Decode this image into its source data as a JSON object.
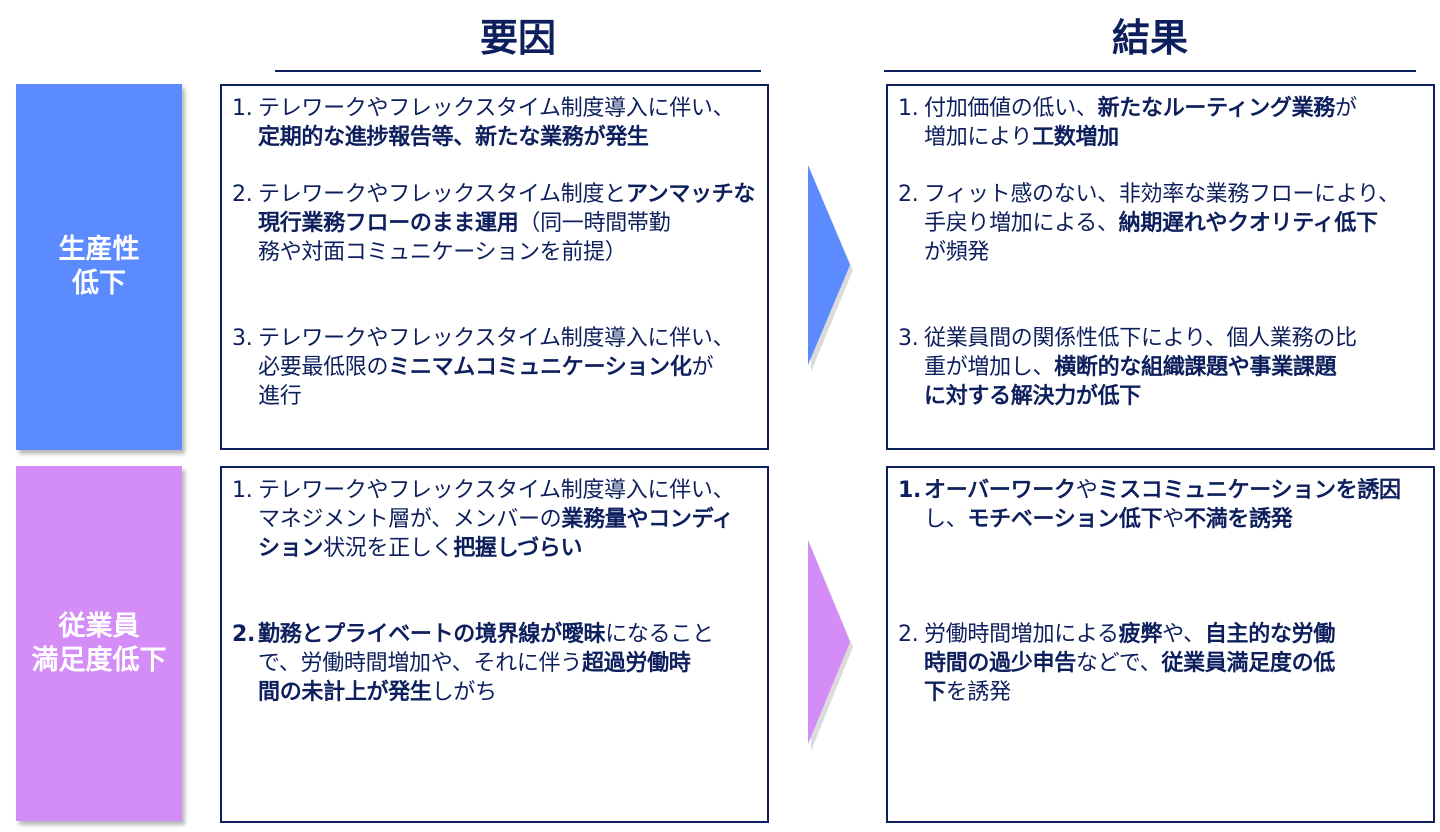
{
  "headers": {
    "left": "要因",
    "right": "結果"
  },
  "colors": {
    "navy": "#0d1f5c",
    "blue": "#5b8bff",
    "violet": "#d48cf7"
  },
  "rows": [
    {
      "category": "生産性\n低下",
      "color": "#5b8bff",
      "causes": [
        {
          "num": "1.",
          "parts": [
            {
              "t": "テレワークやフレックスタイム制度導入に伴い、"
            },
            {
              "br": true
            },
            {
              "t": "定期的な進捗報告等、新たな業務が発生",
              "b": true
            }
          ]
        },
        {
          "num": "2.",
          "parts": [
            {
              "t": "テレワークやフレックスタイム制度と"
            },
            {
              "t": "アンマッチな",
              "b": true
            },
            {
              "br": true
            },
            {
              "t": "現行業務フローのまま運用",
              "b": true
            },
            {
              "t": "（同一時間帯勤"
            },
            {
              "br": true
            },
            {
              "t": "務や対面コミュニケーションを前提）"
            }
          ]
        },
        {
          "num": "3.",
          "parts": [
            {
              "t": "テレワークやフレックスタイム制度導入に伴い、"
            },
            {
              "br": true
            },
            {
              "t": "必要最低限の"
            },
            {
              "t": "ミニマムコミュニケーション化",
              "b": true
            },
            {
              "t": "が"
            },
            {
              "br": true
            },
            {
              "t": "進行"
            }
          ]
        }
      ],
      "results": [
        {
          "num": "1.",
          "parts": [
            {
              "t": "付加価値の低い、"
            },
            {
              "t": "新たなルーティング業務",
              "b": true
            },
            {
              "t": "が"
            },
            {
              "br": true
            },
            {
              "t": "増加により"
            },
            {
              "t": "工数増加",
              "b": true
            }
          ]
        },
        {
          "num": "2.",
          "parts": [
            {
              "t": "フィット感のない、非効率な業務フローにより、"
            },
            {
              "br": true
            },
            {
              "t": "手戻り増加による、"
            },
            {
              "t": "納期遅れやクオリティ低下",
              "b": true
            },
            {
              "br": true
            },
            {
              "t": "が頻発"
            }
          ]
        },
        {
          "num": "3.",
          "parts": [
            {
              "t": "従業員間の関係性低下により、個人業務の比"
            },
            {
              "br": true
            },
            {
              "t": "重が増加し、"
            },
            {
              "t": "横断的な組織課題や事業課題",
              "b": true
            },
            {
              "br": true
            },
            {
              "t": "に対する解決力が低下",
              "b": true
            }
          ]
        }
      ]
    },
    {
      "category": "従業員\n満足度低下",
      "color": "#d48cf7",
      "causes": [
        {
          "num": "1.",
          "parts": [
            {
              "t": "テレワークやフレックスタイム制度導入に伴い、"
            },
            {
              "br": true
            },
            {
              "t": "マネジメント層が、メンバーの"
            },
            {
              "t": "業務量やコンディ",
              "b": true
            },
            {
              "br": true
            },
            {
              "t": "ション",
              "b": true
            },
            {
              "t": "状況を正しく"
            },
            {
              "t": "把握しづらい",
              "b": true
            }
          ]
        },
        {
          "num": "2.",
          "numBold": true,
          "parts": [
            {
              "t": "勤務とプライベートの境界線が曖昧",
              "b": true
            },
            {
              "t": "になること"
            },
            {
              "br": true
            },
            {
              "t": "で、労働時間増加や、それに伴う"
            },
            {
              "t": "超過労働時",
              "b": true
            },
            {
              "br": true
            },
            {
              "t": "間の未計上が発生",
              "b": true
            },
            {
              "t": "しがち"
            }
          ]
        }
      ],
      "results": [
        {
          "num": "1.",
          "numBold": true,
          "parts": [
            {
              "t": "オーバーワーク",
              "b": true
            },
            {
              "t": "や"
            },
            {
              "t": "ミスコミュニケーションを誘因",
              "b": true
            },
            {
              "br": true
            },
            {
              "t": "し、"
            },
            {
              "t": "モチベーション低下",
              "b": true
            },
            {
              "t": "や"
            },
            {
              "t": "不満を誘発",
              "b": true
            }
          ]
        },
        {
          "num": "2.",
          "parts": [
            {
              "t": "労働時間増加による"
            },
            {
              "t": "疲弊",
              "b": true
            },
            {
              "t": "や、"
            },
            {
              "t": "自主的な労働",
              "b": true
            },
            {
              "br": true
            },
            {
              "t": "時間の過少申告",
              "b": true
            },
            {
              "t": "などで、"
            },
            {
              "t": "従業員満足度の低",
              "b": true
            },
            {
              "br": true
            },
            {
              "t": "下",
              "b": true
            },
            {
              "t": "を誘発"
            }
          ]
        }
      ]
    }
  ]
}
